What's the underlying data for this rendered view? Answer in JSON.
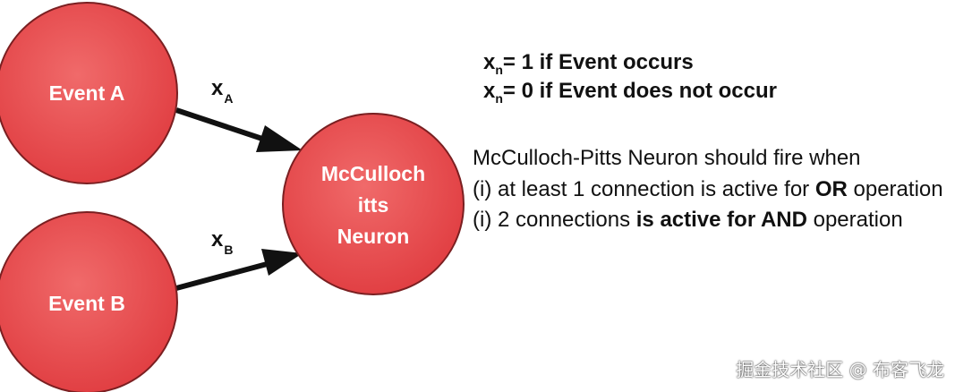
{
  "nodes": {
    "event_a": "Event A",
    "event_b": "Event B",
    "neuron_line1": "McCulloch",
    "neuron_line2": "itts",
    "neuron_line3": "Neuron"
  },
  "edges": {
    "a": {
      "var": "x",
      "sub": "A"
    },
    "b": {
      "var": "x",
      "sub": "B"
    }
  },
  "rules": [
    {
      "var": "x",
      "sub": "n",
      "text": "= 1 if Event occurs"
    },
    {
      "var": "x",
      "sub": "n",
      "text": "= 0 if Event does not occur"
    }
  ],
  "description": {
    "line1": "McCulloch-Pitts Neuron should fire when",
    "line2_pre": "(i) at least 1 connection is active for ",
    "line2_bold": "OR",
    "line2_post": " operation",
    "line3_pre": "(i) 2 connections ",
    "line3_mid": "is active for ",
    "line3_bold": "AND",
    "line3_post": " operation"
  },
  "watermark": "掘金技术社区 @ 布客飞龙",
  "colors": {
    "node_fill": "#e8474a",
    "node_stroke": "#7a1f21",
    "arrow": "#111111"
  }
}
